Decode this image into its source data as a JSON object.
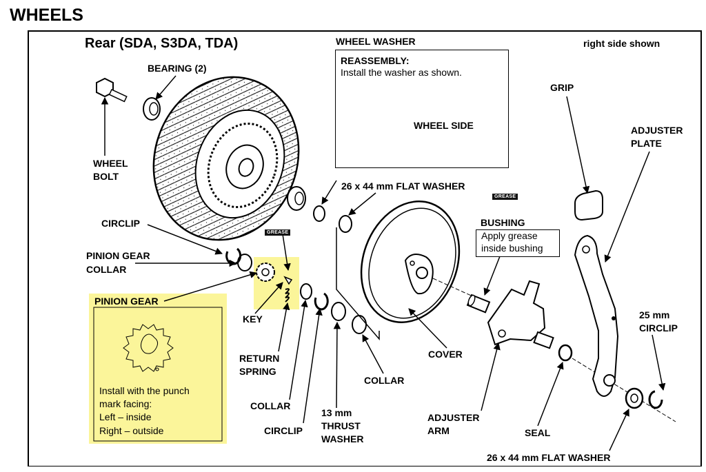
{
  "page_title": "WHEELS",
  "subtitle": "Rear (SDA, S3DA, TDA)",
  "side_note": "right side shown",
  "labels": {
    "bearing": "BEARING (2)",
    "wheel_bolt_1": "WHEEL",
    "wheel_bolt_2": "BOLT",
    "wheel_washer": "WHEEL WASHER",
    "reassembly": "REASSEMBLY:",
    "reassembly_text": "Install the washer as shown.",
    "wheel_side": "WHEEL SIDE",
    "grip": "GRIP",
    "adjuster_plate_1": "ADJUSTER",
    "adjuster_plate_2": "PLATE",
    "flat_washer_top": "26 x 44 mm FLAT WASHER",
    "circlip_top": "CIRCLIP",
    "pinion_collar_1": "PINION GEAR",
    "pinion_collar_2": "COLLAR",
    "pinion_gear": "PINION GEAR",
    "bushing": "BUSHING",
    "bushing_note_1": "Apply grease",
    "bushing_note_2": "inside bushing",
    "key": "KEY",
    "return_spring_1": "RETURN",
    "return_spring_2": "SPRING",
    "collar_left": "COLLAR",
    "circlip_bottom": "CIRCLIP",
    "thrust_1": "13 mm",
    "thrust_2": "THRUST",
    "thrust_3": "WASHER",
    "collar_mid": "COLLAR",
    "cover": "COVER",
    "adjuster_arm_1": "ADJUSTER",
    "adjuster_arm_2": "ARM",
    "seal": "SEAL",
    "circlip_25_1": "25 mm",
    "circlip_25_2": "CIRCLIP",
    "flat_washer_bottom": "26 x 44 mm FLAT WASHER",
    "grease_tag": "GREASE"
  },
  "pinion_note": {
    "line1": "Install with the punch",
    "line2": "mark facing:",
    "line3": "Left – inside",
    "line4": "Right – outside"
  },
  "colors": {
    "highlight": "#fbf59a",
    "ink": "#000000"
  }
}
